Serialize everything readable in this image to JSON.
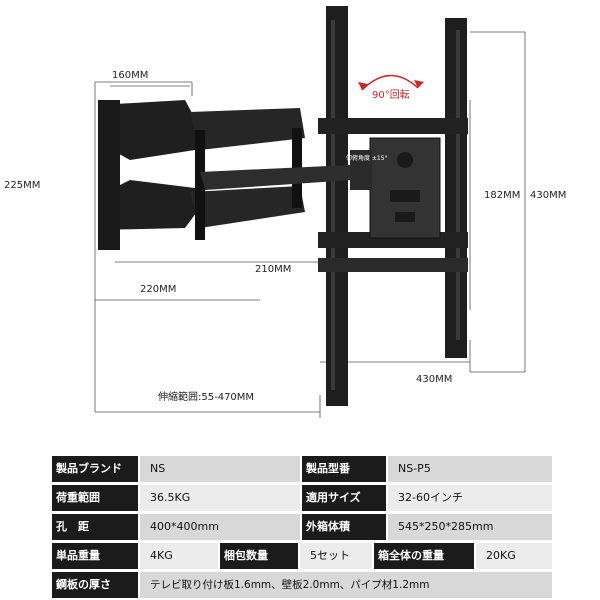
{
  "diagram": {
    "labels": {
      "w160": "160MM",
      "h225": "225MM",
      "arm210": "210MM",
      "arm220": "220MM",
      "h182": "182MM",
      "h430": "430MM",
      "w430": "430MM",
      "extend": "伸縮範囲:55-470MM",
      "rotate": "90°回転",
      "tilt": "仰俯角度\n±15°"
    }
  },
  "specs": {
    "row1": {
      "l1": "製品ブランド",
      "v1": "NS",
      "l2": "製品型番",
      "v2": "NS-P5"
    },
    "row2": {
      "l1": "荷重範囲",
      "v1": "36.5KG",
      "l2": "適用サイズ",
      "v2": "32-60インチ"
    },
    "row3": {
      "l1": "孔　距",
      "v1": "400*400mm",
      "l2": "外箱体積",
      "v2": "545*250*285mm"
    },
    "row4": {
      "l1": "単品重量",
      "v1": "4KG",
      "l2": "梱包数量",
      "v2": "5セット",
      "l3": "箱全体の重量",
      "v3": "20KG"
    },
    "row5": {
      "l1": "鋼板の厚さ",
      "v1": "テレビ取り付け板1.6mm、壁板2.0mm、パイプ材1.2mm"
    }
  }
}
